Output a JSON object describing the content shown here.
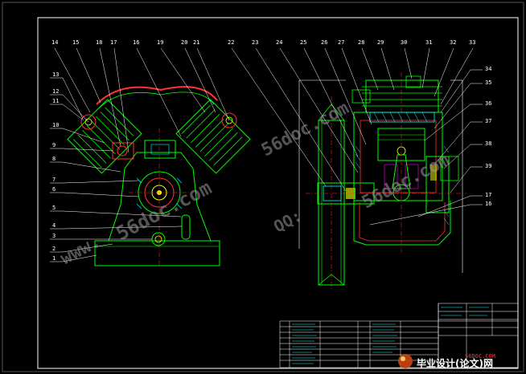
{
  "colors": {
    "background": "#000000",
    "frame": "#ffffff",
    "outline": "#00ff00",
    "leader": "#ffffff",
    "hidden": "#ff3333",
    "hatch": "#00ffff",
    "accent": "#ffff00",
    "dim": "#ff00ff",
    "watermark": "#9a9aa0",
    "stamp": "#cc2222"
  },
  "left_view": {
    "part_numbers_top": [
      "14",
      "15",
      "18",
      "17",
      "16",
      "19",
      "20",
      "21"
    ],
    "part_numbers_left": [
      "13",
      "12",
      "11",
      "10",
      "9",
      "8",
      "7",
      "6",
      "5",
      "4",
      "3",
      "2",
      "1"
    ]
  },
  "right_view": {
    "part_numbers_top": [
      "22",
      "23",
      "24",
      "25",
      "26",
      "27",
      "28",
      "29",
      "30",
      "31",
      "32",
      "33"
    ],
    "part_numbers_right": [
      "34",
      "35",
      "36",
      "37",
      "38",
      "39",
      "17",
      "16"
    ]
  },
  "watermarks": {
    "domain": "56doc.com",
    "qq": "QQ:",
    "www": "www."
  },
  "footer_logo": {
    "site": "56DOC.COM",
    "text": "毕业设计(论文)网"
  }
}
